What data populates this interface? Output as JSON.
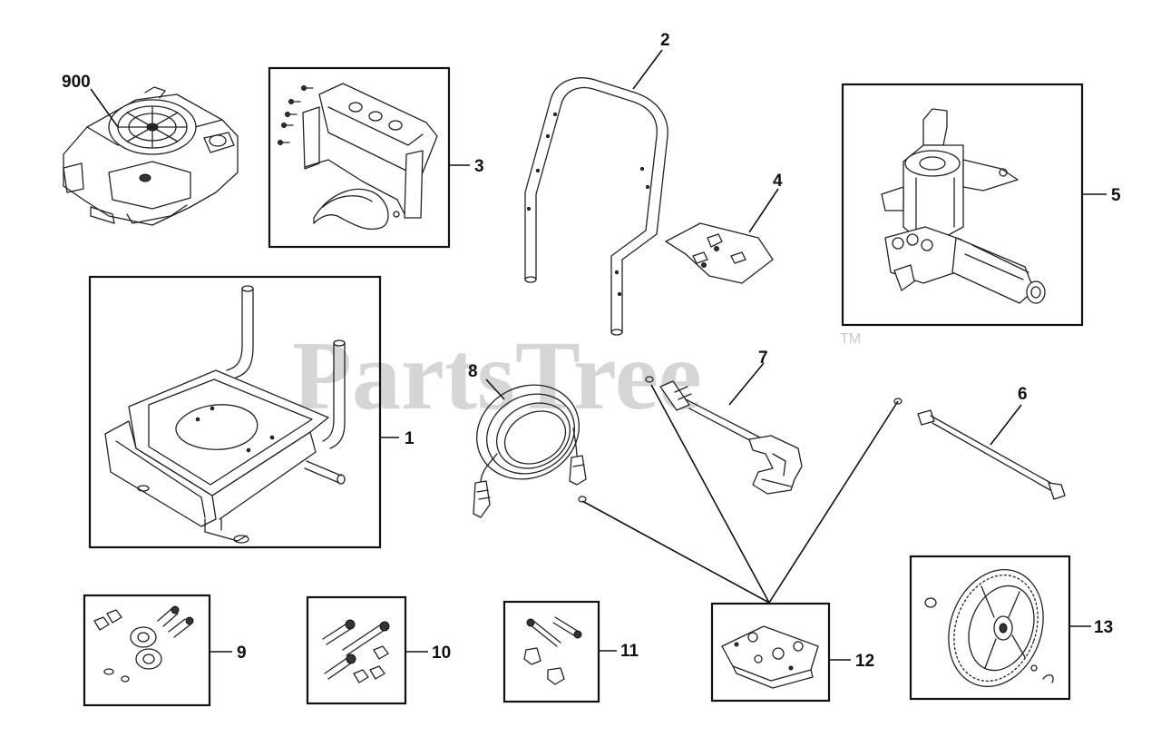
{
  "watermark": {
    "text": "PartsTree",
    "tm": "TM"
  },
  "callouts": {
    "c900": "900",
    "c1": "1",
    "c2": "2",
    "c3": "3",
    "c4": "4",
    "c5": "5",
    "c6": "6",
    "c7": "7",
    "c8": "8",
    "c9": "9",
    "c10": "10",
    "c11": "11",
    "c12": "12",
    "c13": "13"
  },
  "icons": {
    "engine": "engine-icon",
    "frame": "frame-icon",
    "handle": "handle-icon",
    "bracket": "bracket-kit-icon",
    "bag": "hardware-bag-icon",
    "pump": "pump-icon",
    "lance": "lance-icon",
    "gun": "spray-gun-icon",
    "hose": "hose-icon",
    "wheel": "wheel-icon"
  }
}
